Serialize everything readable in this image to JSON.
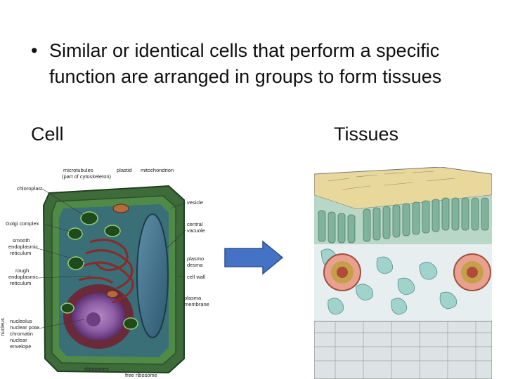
{
  "slide": {
    "bullet_symbol": "•",
    "bullet_text": "Similar or identical cells that perform a specific function are arranged in groups to form tissues",
    "cell_heading": "Cell",
    "tissue_heading": "Tissues"
  },
  "cell_diagram": {
    "labels": {
      "microtubules": "microtubules",
      "cytoskeleton": "(part of cytoskeleton)",
      "plastid": "plastid",
      "mitochondrion": "mitochondrion",
      "chloroplast": "chloroplast",
      "vesicle": "vesicle",
      "golgi": "Golgi complex",
      "central_vacuole_1": "central",
      "central_vacuole_2": "vacuole",
      "smooth_er_1": "smooth",
      "smooth_er_2": "endoplasmic",
      "smooth_er_3": "reticulum",
      "plasmodesmata_1": "plasmo",
      "plasmodesmata_2": "desma",
      "rough_er_1": "rough",
      "rough_er_2": "endoplasmic",
      "rough_er_3": "reticulum",
      "cell_wall": "cell wall",
      "plasma_membrane_1": "plasma",
      "plasma_membrane_2": "membrane",
      "nucleolus": "nucleolus",
      "nuclear_pore": "nuclear pore",
      "chromatin": "chromatin",
      "nuclear_envelope_1": "nuclear",
      "nuclear_envelope_2": "envelope",
      "nucleus_side": "nucleus",
      "ribosomes": "ribosomes",
      "free_ribosome": "free ribosome"
    }
  },
  "colors": {
    "arrow_fill": "#4472c4",
    "arrow_stroke": "#2f528f"
  }
}
